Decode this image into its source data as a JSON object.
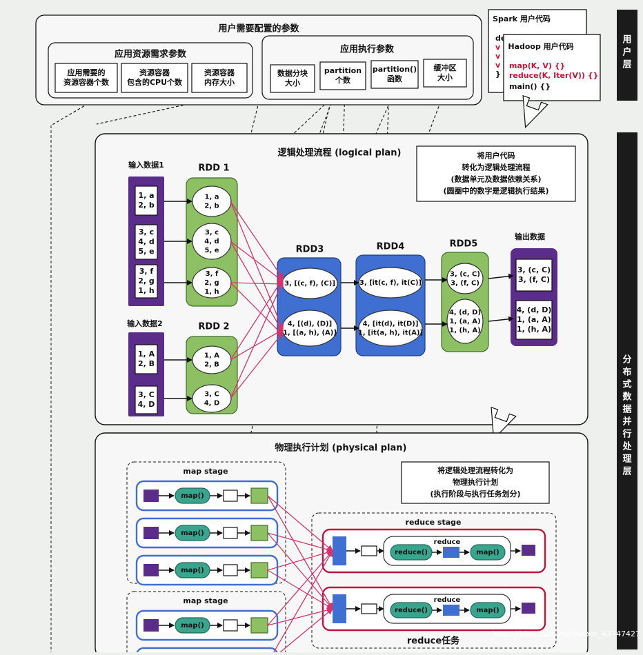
{
  "colors": {
    "purple": "#5b2d8a",
    "green": "#8cc063",
    "blue": "#3f6fd0",
    "teal": "#3aa58e",
    "pink": "#d6336c",
    "dark_band": "#1b1b1b"
  },
  "config": {
    "title": "用户需要配置的参数",
    "resource_group": "应用资源需求参数",
    "resource_cards": [
      [
        "应用需要的",
        "资源容器个数"
      ],
      [
        "资源容器",
        "包含的CPU个数"
      ],
      [
        "资源容器",
        "内存大小"
      ]
    ],
    "exec_group": "应用执行参数",
    "exec_cards": [
      [
        "数据分块",
        "大小"
      ],
      [
        "partition",
        "个数"
      ],
      [
        "partition()",
        "函数"
      ],
      [
        "缓冲区",
        "大小"
      ]
    ]
  },
  "code": {
    "spark_title": "Spark 用户代码",
    "spark_lines": [
      "def",
      "v",
      "v",
      "v",
      "}"
    ],
    "hadoop_title": "Hadoop 用户代码",
    "hadoop_lines": [
      "map(K, V) {}",
      "reduce(K, Iter(V)) {}",
      "main() {}"
    ]
  },
  "bands": {
    "user": "用户层",
    "dist": "分布式数据并行处理层"
  },
  "logical": {
    "title": "逻辑处理流程 (logical plan)",
    "note": [
      "将用户代码",
      "转化为逻辑处理流程",
      "(数据单元及数据依赖关系)",
      "(圆圈中的数字是逻辑执行结果)"
    ],
    "input1": {
      "label": "输入数据1",
      "cells": [
        [
          "1, a",
          "2, b"
        ],
        [
          "3, c",
          "4, d",
          "5, e"
        ],
        [
          "3, f",
          "2, g",
          "1, h"
        ]
      ]
    },
    "rdd1": {
      "label": "RDD 1",
      "cells": [
        [
          "1, a",
          "2, b"
        ],
        [
          "3, c",
          "4, d",
          "5, e"
        ],
        [
          "3, f",
          "2, g",
          "1, h"
        ]
      ]
    },
    "input2": {
      "label": "输入数据2",
      "cells": [
        [
          "1, A",
          "2, B"
        ],
        [
          "3, C",
          "4, D"
        ]
      ]
    },
    "rdd2": {
      "label": "RDD 2",
      "cells": [
        [
          "1, A",
          "2, B"
        ],
        [
          "3, C",
          "4, D"
        ]
      ]
    },
    "rdd3": {
      "label": "RDD3",
      "cells": [
        [
          "3, [(c, f), (C)]"
        ],
        [
          "4, [(d), (D)]",
          "1, [(a, h), (A)]"
        ]
      ]
    },
    "rdd4": {
      "label": "RDD4",
      "cells": [
        [
          "3, [it(c, f), it(C)]"
        ],
        [
          "4, [it(d), it(D)]",
          "1, [it(a, h), it(A)]"
        ]
      ]
    },
    "rdd5": {
      "label": "RDD5",
      "cells": [
        [
          "3, (c, C)",
          "3, (f, C)"
        ],
        [
          "4, (d, D)",
          "1, (a, A)",
          "1, (h, A)"
        ]
      ]
    },
    "output": {
      "label": "输出数据",
      "cells": [
        [
          "3, (c, C)",
          "3, (f, C)"
        ],
        [
          "4, (d, D)",
          "1, (a, A)",
          "1, (h, A)"
        ]
      ]
    }
  },
  "physical": {
    "title": "物理执行计划 (physical plan)",
    "note": [
      "将逻辑处理流程转化为",
      "物理执行计划",
      "(执行阶段与执行任务划分)"
    ],
    "map_stage": "map stage",
    "map_func": "map()",
    "reduce_stage": "reduce stage",
    "reduce_label": "reduce",
    "reduce_func": "reduce()",
    "reduce_map": "map()",
    "reduce_task": "reduce任务"
  },
  "watermark": "https://blog.csdn.net/weixin_43747427"
}
